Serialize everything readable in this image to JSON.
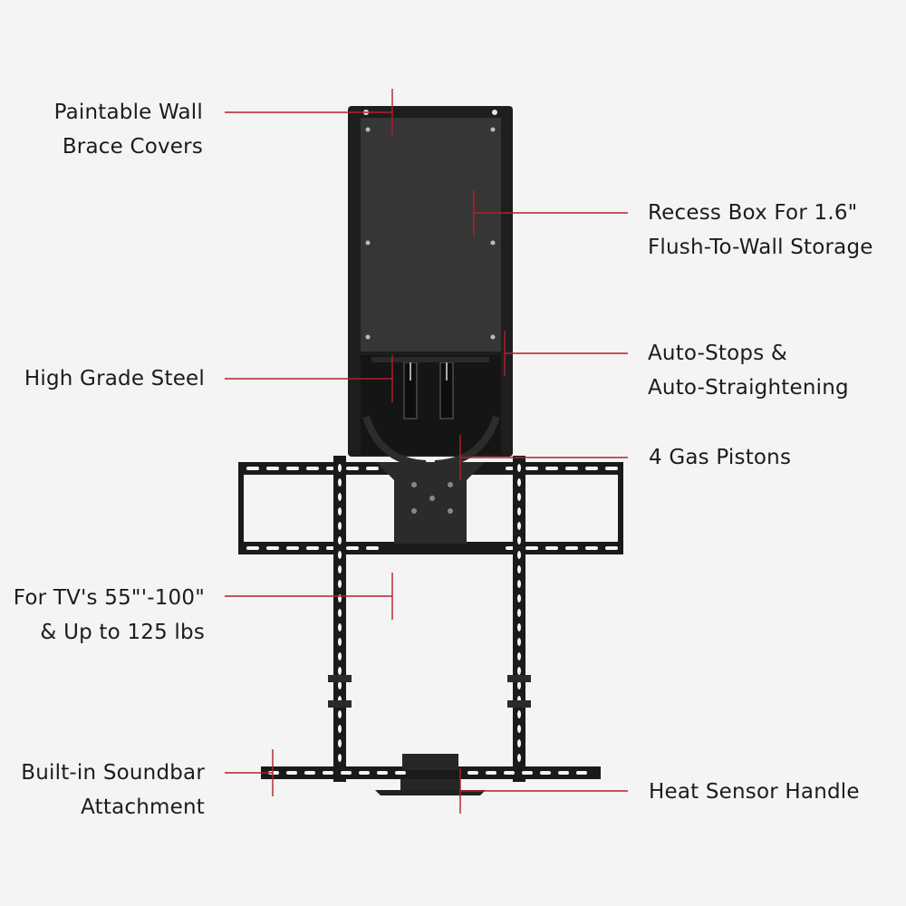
{
  "diagram": {
    "callouts": {
      "wall_brace_covers": [
        "Paintable Wall",
        "Brace Covers"
      ],
      "recess_box": [
        "Recess Box For 1.6\"",
        "Flush-To-Wall Storage"
      ],
      "steel": [
        "High Grade Steel"
      ],
      "auto_stops": [
        "Auto-Stops &",
        "Auto-Straightening"
      ],
      "gas_pistons": [
        "4 Gas Pistons"
      ],
      "tv_size": [
        "For TV's 55\"'-100\"",
        "& Up to 125 lbs"
      ],
      "soundbar": [
        "Built-in Soundbar",
        "Attachment"
      ],
      "heat_sensor": [
        "Heat Sensor Handle"
      ]
    },
    "colors": {
      "leader_line": "#b3202a",
      "metal_dark": "#1e1e1e",
      "metal_panel": "#333333",
      "background": "#f4f4f4",
      "text": "#1c1c1c"
    }
  }
}
